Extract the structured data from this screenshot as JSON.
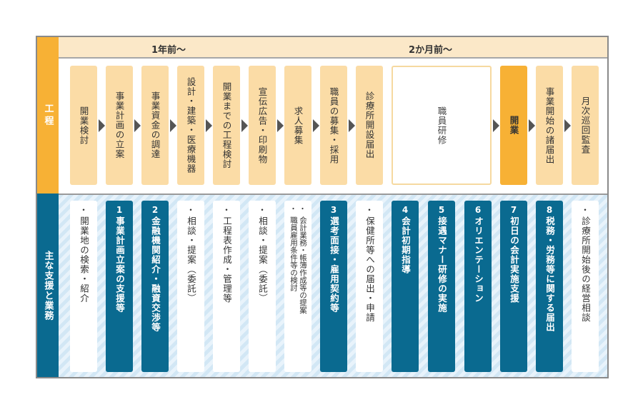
{
  "labels": {
    "process": "工程",
    "support": "主な支援と業務"
  },
  "timeline": {
    "first": "1年前〜",
    "second": "2か月前〜"
  },
  "process_steps": [
    "開業検討",
    "事業計画の立案",
    "事業資金の調達",
    "設計・建築・医療機器",
    "開業までの工程検討",
    "宣伝広告・印刷物",
    "求人募集",
    "職員の募集・採用",
    "診療所開設届出",
    "職員研修",
    "開業",
    "事業開始の諸届出",
    "月次巡回監査"
  ],
  "support_items": [
    {
      "marker": "・",
      "text": "開業地の検索・紹介"
    },
    {
      "marker": "1",
      "text": "事業計画立案の支援等"
    },
    {
      "marker": "2",
      "text": "金融機関紹介・融資交渉等"
    },
    {
      "marker": "・",
      "text": "相談・提案（委託）"
    },
    {
      "marker": "・",
      "text": "工程表作成・管理等"
    },
    {
      "marker": "・",
      "text": "相談・提案（委託）"
    },
    {
      "marker": "・",
      "text": "会計業務・帳簿作成等の提案",
      "marker2": "・",
      "text2": "職員雇用条件等の検討"
    },
    {
      "marker": "3",
      "text": "選考面接・雇用契約等"
    },
    {
      "marker": "・",
      "text": "保健所等への届出・申請"
    },
    {
      "marker": "4",
      "text": "会計初期指導"
    },
    {
      "marker": "5",
      "text": "接遇マナー研修の実施"
    },
    {
      "marker": "6",
      "text": "オリエンテーション"
    },
    {
      "marker": "7",
      "text": "初日の会計実施支援"
    },
    {
      "marker": "8",
      "text": "税務・労務等に関する届出"
    },
    {
      "marker": "・",
      "text": "診療所開始後の経営相談"
    }
  ],
  "colors": {
    "orange": "#f7b135",
    "light_orange": "#fbdca6",
    "blue": "#0a6a90"
  }
}
